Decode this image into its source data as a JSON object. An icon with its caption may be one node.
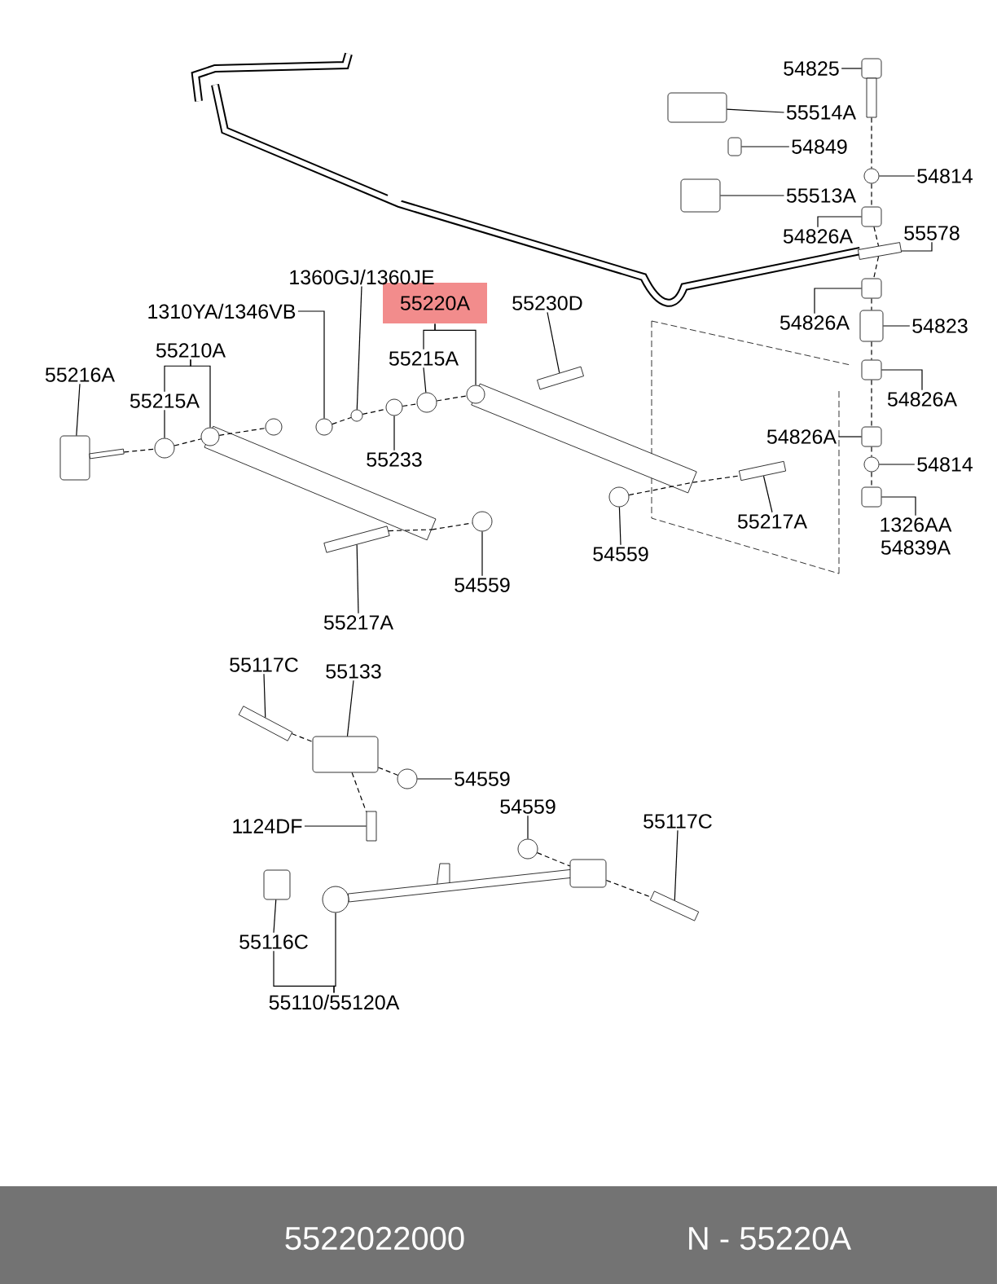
{
  "diagram": {
    "nodes": [
      {
        "text": [
          "54825"
        ]
      },
      {
        "text": [
          "55514A"
        ]
      },
      {
        "text": [
          "54849"
        ]
      },
      {
        "text": [
          "55513A"
        ]
      },
      {
        "text": [
          "54814"
        ]
      },
      {
        "text": [
          "54826A"
        ]
      },
      {
        "text": [
          "55578"
        ]
      },
      {
        "text": [
          "54826A"
        ]
      },
      {
        "text": [
          "54823"
        ]
      },
      {
        "text": [
          "54826A"
        ]
      },
      {
        "text": [
          "54826A"
        ]
      },
      {
        "text": [
          "54814"
        ]
      },
      {
        "text": [
          "1326AA 54839A"
        ]
      },
      {
        "text": [
          "55230D"
        ]
      },
      {
        "text": [
          "55220A"
        ]
      },
      {
        "text": [
          "55215A"
        ]
      },
      {
        "text": [
          "55233"
        ]
      },
      {
        "text": [
          "1360GJ/1360JE"
        ]
      },
      {
        "text": [
          "1310YA/1346VB"
        ]
      },
      {
        "text": [
          "55210A"
        ]
      },
      {
        "text": [
          "55215A"
        ]
      },
      {
        "text": [
          "55216A"
        ]
      },
      {
        "text": [
          "54559"
        ]
      },
      {
        "text": [
          "55217A"
        ]
      },
      {
        "text": [
          "54559"
        ]
      },
      {
        "text": [
          "55217A"
        ]
      },
      {
        "text": [
          "55117C"
        ]
      },
      {
        "text": [
          "55133"
        ]
      },
      {
        "text": [
          "54559"
        ]
      },
      {
        "text": [
          "1124DF"
        ]
      },
      {
        "text": [
          "54559"
        ]
      },
      {
        "text": [
          "55117C"
        ]
      },
      {
        "text": [
          "55116C"
        ]
      },
      {
        "text": [
          "55110/55120A"
        ]
      },
      {
        "text": [],
        "shape": "box"
      },
      {
        "text": [],
        "shape": "box"
      },
      {
        "text": [],
        "shape": "box"
      },
      {
        "text": [],
        "shape": "box"
      },
      {
        "text": [],
        "shape": "circle"
      },
      {
        "text": [],
        "shape": "box"
      },
      {
        "text": [],
        "shape": "bar"
      },
      {
        "text": [],
        "shape": "box"
      },
      {
        "text": [],
        "shape": "box"
      },
      {
        "text": [],
        "shape": "box"
      },
      {
        "text": [],
        "shape": "box"
      },
      {
        "text": [],
        "shape": "circle"
      },
      {
        "text": [],
        "shape": "box"
      },
      {
        "text": [],
        "shape": "bar"
      },
      {
        "text": [],
        "shape": "circle"
      },
      {
        "text": [],
        "shape": "circle"
      },
      {
        "text": [],
        "shape": "circle"
      },
      {
        "text": [],
        "shape": "circle"
      },
      {
        "text": [],
        "shape": "circle"
      },
      {
        "text": [],
        "shape": "circle"
      },
      {
        "text": [],
        "shape": "circle"
      },
      {
        "text": [],
        "shape": "box"
      },
      {
        "text": [],
        "shape": "circle"
      },
      {
        "text": [],
        "shape": "bar"
      },
      {
        "text": [],
        "shape": "circle"
      },
      {
        "text": [],
        "shape": "bar"
      },
      {
        "text": [],
        "shape": "bar"
      },
      {
        "text": [],
        "shape": "box"
      },
      {
        "text": [],
        "shape": "circle"
      },
      {
        "text": [],
        "shape": "bar"
      },
      {
        "text": [],
        "shape": "circle"
      },
      {
        "text": [],
        "shape": "bar"
      },
      {
        "text": [],
        "shape": "box"
      },
      {
        "text": [],
        "shape": "circle"
      },
      {
        "text": [],
        "shape": "bar"
      },
      {
        "text": [],
        "shape": "bar"
      },
      {
        "text": [],
        "shape": "circle"
      },
      {
        "text": [],
        "shape": "bar"
      },
      {
        "text": [],
        "shape": "bar"
      },
      {
        "text": [],
        "shape": "bar"
      },
      {
        "text": [],
        "shape": "box"
      }
    ],
    "edges": [
      {
        "from": 0,
        "to": 34,
        "arrow": "none"
      },
      {
        "from": 1,
        "to": 35,
        "arrow": "none"
      },
      {
        "from": 2,
        "to": 36,
        "arrow": "none"
      },
      {
        "from": 3,
        "to": 37,
        "arrow": "none"
      },
      {
        "from": 4,
        "to": 38,
        "arrow": "none"
      },
      {
        "from": 5,
        "to": 39,
        "arrow": "none"
      },
      {
        "from": 6,
        "to": 40,
        "arrow": "none"
      },
      {
        "from": 7,
        "to": 41,
        "arrow": "none"
      },
      {
        "from": 8,
        "to": 42,
        "arrow": "none"
      },
      {
        "from": 9,
        "to": 43,
        "arrow": "none"
      },
      {
        "from": 10,
        "to": 44,
        "arrow": "none"
      },
      {
        "from": 11,
        "to": 45,
        "arrow": "none"
      },
      {
        "from": 12,
        "to": 46,
        "arrow": "none"
      },
      {
        "from": 13,
        "to": 47,
        "arrow": "none"
      },
      {
        "from": 14,
        "to": 48,
        "arrow": "none"
      },
      {
        "from": 14,
        "to": 15,
        "arrow": "none"
      },
      {
        "from": 15,
        "to": 49,
        "arrow": "none"
      },
      {
        "from": 16,
        "to": 50,
        "arrow": "none"
      },
      {
        "from": 17,
        "to": 51,
        "arrow": "none"
      },
      {
        "from": 18,
        "to": 52,
        "arrow": "none"
      },
      {
        "from": 19,
        "to": 53,
        "arrow": "none"
      },
      {
        "from": 19,
        "to": 20,
        "arrow": "none"
      },
      {
        "from": 20,
        "to": 54,
        "arrow": "none"
      },
      {
        "from": 21,
        "to": 55,
        "arrow": "none"
      },
      {
        "from": 22,
        "to": 56,
        "arrow": "none"
      },
      {
        "from": 23,
        "to": 57,
        "arrow": "none"
      },
      {
        "from": 24,
        "to": 58,
        "arrow": "none"
      },
      {
        "from": 25,
        "to": 59,
        "arrow": "none"
      },
      {
        "from": 26,
        "to": 60,
        "arrow": "none"
      },
      {
        "from": 27,
        "to": 61,
        "arrow": "none"
      },
      {
        "from": 28,
        "to": 62,
        "arrow": "none"
      },
      {
        "from": 29,
        "to": 63,
        "arrow": "none"
      },
      {
        "from": 30,
        "to": 64,
        "arrow": "none"
      },
      {
        "from": 31,
        "to": 65,
        "arrow": "none"
      },
      {
        "from": 32,
        "to": 66,
        "arrow": "none"
      },
      {
        "from": 33,
        "to": 67,
        "arrow": "none"
      },
      {
        "from": 33,
        "to": 32,
        "arrow": "none"
      },
      {
        "from": 68,
        "to": 38,
        "arrow": "none",
        "style": "dashed"
      },
      {
        "from": 38,
        "to": 39,
        "arrow": "none",
        "style": "dashed"
      },
      {
        "from": 39,
        "to": 40,
        "arrow": "none",
        "style": "dashed"
      },
      {
        "from": 40,
        "to": 41,
        "arrow": "none",
        "style": "dashed"
      },
      {
        "from": 41,
        "to": 42,
        "arrow": "none",
        "style": "dashed"
      },
      {
        "from": 42,
        "to": 43,
        "arrow": "none",
        "style": "dashed"
      },
      {
        "from": 43,
        "to": 44,
        "arrow": "none",
        "style": "dashed"
      },
      {
        "from": 44,
        "to": 45,
        "arrow": "none",
        "style": "dashed"
      },
      {
        "from": 45,
        "to": 46,
        "arrow": "none",
        "style": "dashed"
      },
      {
        "from": 69,
        "to": 54,
        "arrow": "none",
        "style": "dashed"
      },
      {
        "from": 54,
        "to": 53,
        "arrow": "none",
        "style": "dashed"
      },
      {
        "from": 53,
        "to": 70,
        "arrow": "none",
        "style": "dashed"
      },
      {
        "from": 52,
        "to": 51,
        "arrow": "none",
        "style": "dashed"
      },
      {
        "from": 51,
        "to": 50,
        "arrow": "none",
        "style": "dashed"
      },
      {
        "from": 50,
        "to": 49,
        "arrow": "none",
        "style": "dashed"
      },
      {
        "from": 49,
        "to": 48,
        "arrow": "none",
        "style": "dashed"
      },
      {
        "from": 57,
        "to": 71,
        "arrow": "none",
        "style": "dashed"
      },
      {
        "from": 71,
        "to": 56,
        "arrow": "none",
        "style": "dashed"
      },
      {
        "from": 58,
        "to": 72,
        "arrow": "none",
        "style": "dashed"
      },
      {
        "from": 72,
        "to": 59,
        "arrow": "none",
        "style": "dashed"
      },
      {
        "from": 60,
        "to": 61,
        "arrow": "none",
        "style": "dashed"
      },
      {
        "from": 61,
        "to": 62,
        "arrow": "none",
        "style": "dashed"
      },
      {
        "from": 61,
        "to": 63,
        "arrow": "none",
        "style": "dashed"
      },
      {
        "from": 64,
        "to": 74,
        "arrow": "none",
        "style": "dashed"
      },
      {
        "from": 74,
        "to": 65,
        "arrow": "none",
        "style": "dashed"
      }
    ],
    "labels": [
      "5522022000",
      "N - 55220A"
    ]
  }
}
